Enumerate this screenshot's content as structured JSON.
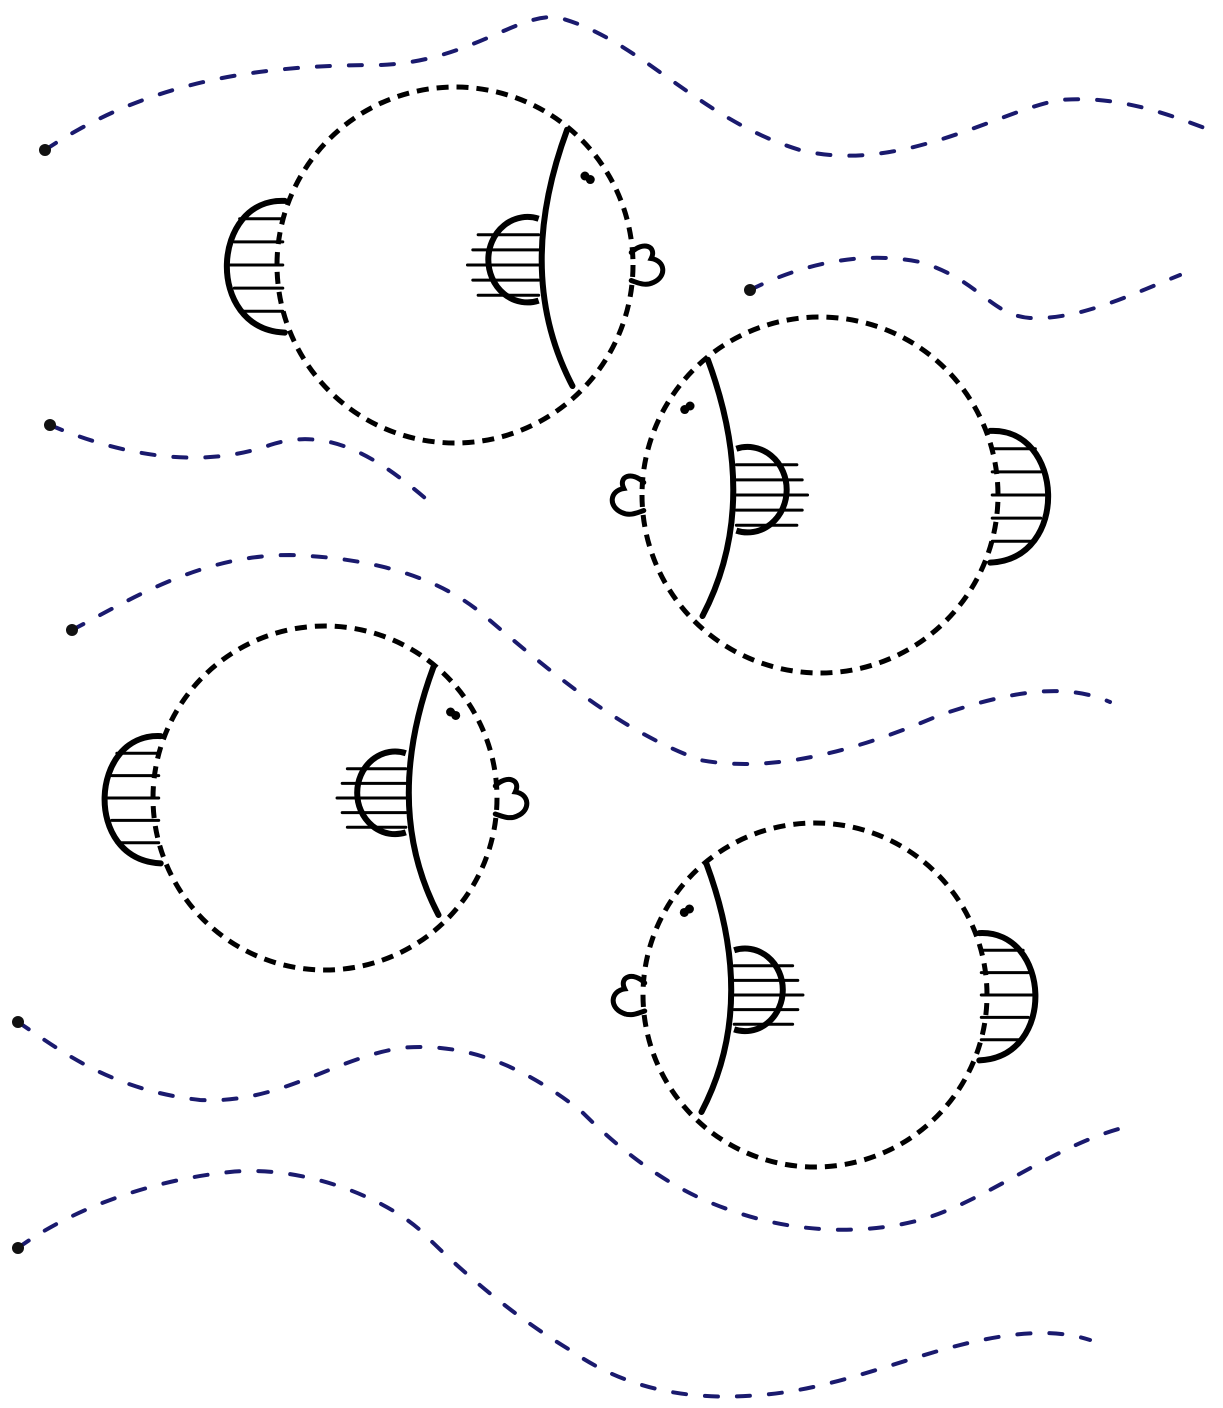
{
  "picture": {
    "kind": "dot-to-dot worksheet",
    "ink_color": "#000000",
    "trail_color": "#1a1a6e",
    "background": "#ffffff",
    "figures": [
      {
        "name": "fish-1",
        "facing": "right"
      },
      {
        "name": "fish-2",
        "facing": "left"
      },
      {
        "name": "fish-3",
        "facing": "right"
      },
      {
        "name": "fish-4",
        "facing": "left"
      }
    ],
    "bubble_trails": 6
  }
}
